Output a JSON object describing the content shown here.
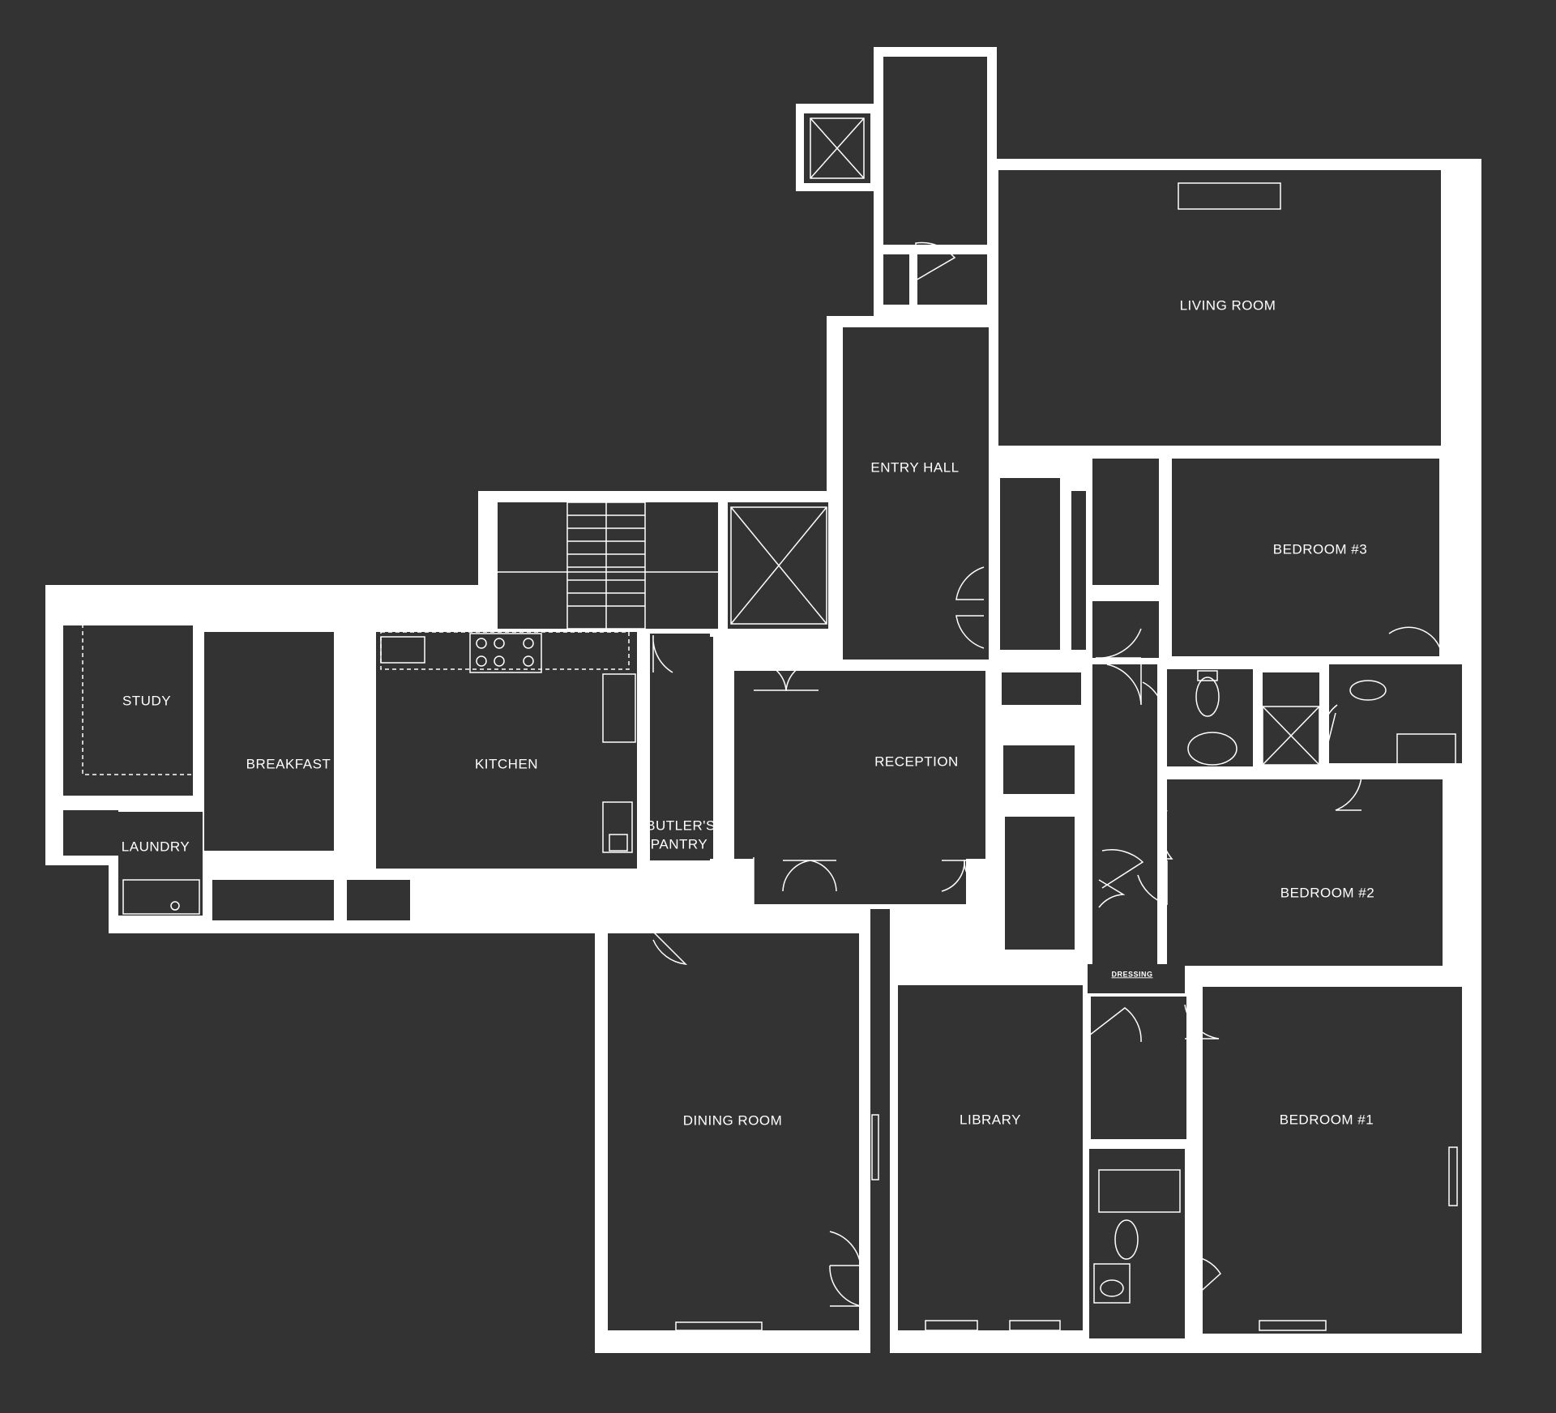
{
  "background_color": "#333333",
  "line_color": "#ffffff",
  "rooms": {
    "living_room": "LIVING ROOM",
    "entry_hall": "ENTRY HALL",
    "bedroom_3": "BEDROOM #3",
    "study": "STUDY",
    "breakfast": "BREAKFAST",
    "kitchen": "KITCHEN",
    "reception": "RECEPTION",
    "laundry": "LAUNDRY",
    "butlers_pantry_line1": "BUTLER'S",
    "butlers_pantry_line2": "PANTRY",
    "bedroom_2": "BEDROOM #2",
    "dressing": "DRESSING",
    "dining_room": "DINING ROOM",
    "library": "LIBRARY",
    "bedroom_1": "BEDROOM  #1"
  }
}
